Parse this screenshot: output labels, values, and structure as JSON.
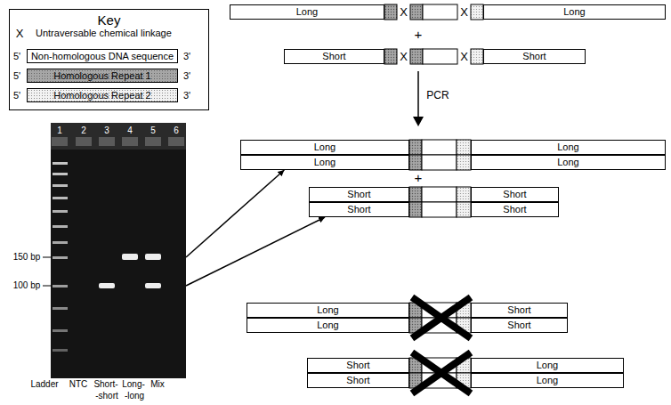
{
  "diagram": {
    "nodes": [
      {
        "text": [
          "Key"
        ]
      },
      {
        "text": [
          "Long"
        ]
      },
      {
        "text": [
          "Long"
        ]
      },
      {
        "text": [
          "Short"
        ]
      },
      {
        "text": [
          "Short"
        ]
      },
      {
        "text": [
          "1",
          "2",
          "3",
          "4",
          "5",
          "6"
        ]
      },
      {
        "text": [
          "Long"
        ]
      },
      {
        "text": [
          "Long"
        ]
      },
      {
        "text": [
          "Long"
        ]
      },
      {
        "text": [
          "Long"
        ]
      },
      {
        "text": [
          "Short"
        ]
      },
      {
        "text": [
          "Short"
        ]
      },
      {
        "text": [
          "Short"
        ]
      },
      {
        "text": [
          "Short"
        ]
      },
      {
        "text": [
          "Long"
        ]
      },
      {
        "text": [
          "Short"
        ]
      },
      {
        "text": [
          "Long"
        ]
      },
      {
        "text": [
          "Short"
        ]
      },
      {
        "text": [
          "Short"
        ]
      },
      {
        "text": [
          "Long"
        ]
      },
      {
        "text": [
          "Short"
        ]
      },
      {
        "text": [
          "Long"
        ]
      }
    ],
    "edges": [
      {
        "from": 5,
        "to": 8,
        "arrow": "to"
      },
      {
        "from": 5,
        "to": 12,
        "arrow": "to"
      }
    ],
    "labels": [
      "X",
      "5'",
      "3'",
      "5'",
      "3'",
      "5'",
      "3'",
      "X",
      "X",
      "X",
      "X",
      "+",
      "PCR",
      "+",
      "150 bp",
      "100 bp",
      "Ladder",
      "NTC",
      "Short-",
      "Long-",
      "Mix",
      "-short",
      "-long"
    ],
    "legend": [
      {
        "text": "Untraversable chemical linkage"
      },
      {
        "text": "Non-homologous DNA sequence",
        "color": "#ffffff"
      },
      {
        "text": "Homologous Repeat 1",
        "color": "#a6a6a6"
      },
      {
        "text": "Homologous Repeat 2",
        "color": "#f2f2f2"
      }
    ]
  }
}
